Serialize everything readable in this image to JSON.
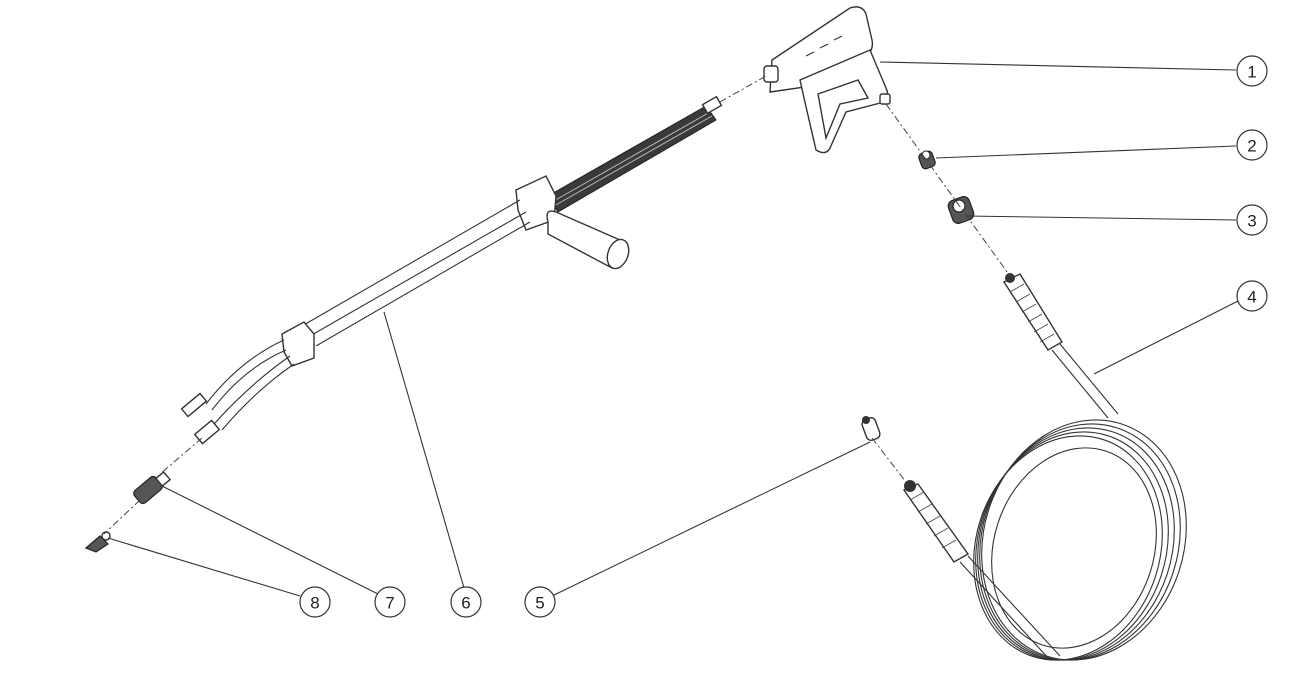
{
  "diagram": {
    "type": "exploded-parts-diagram",
    "subject": "pressure washer spray gun, lance and hose assembly",
    "callouts": [
      {
        "number": "1",
        "part": "trigger gun"
      },
      {
        "number": "2",
        "part": "fitting"
      },
      {
        "number": "3",
        "part": "swivel coupler"
      },
      {
        "number": "4",
        "part": "high pressure hose"
      },
      {
        "number": "5",
        "part": "fitting"
      },
      {
        "number": "6",
        "part": "dual lance with grip"
      },
      {
        "number": "7",
        "part": "nozzle adapter"
      },
      {
        "number": "8",
        "part": "spray nozzle"
      }
    ]
  }
}
